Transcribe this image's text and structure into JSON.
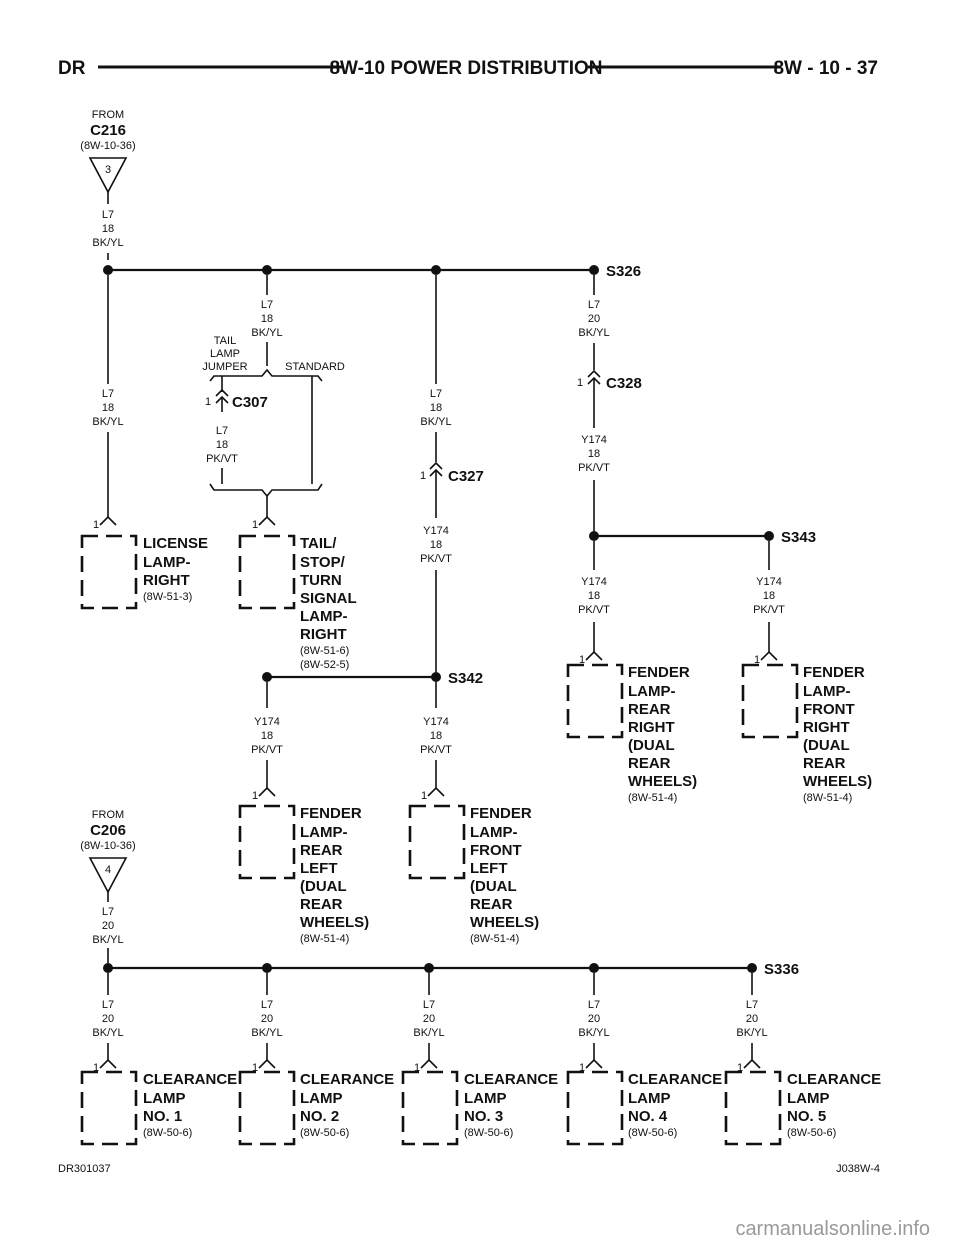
{
  "header": {
    "left": "DR",
    "title": "8W-10 POWER DISTRIBUTION",
    "page": "8W - 10 - 37"
  },
  "sources": [
    {
      "from": "FROM",
      "connector": "C216",
      "ref": "(8W-10-36)",
      "pin": "3"
    },
    {
      "from": "FROM",
      "connector": "C206",
      "ref": "(8W-10-36)",
      "pin": "4"
    }
  ],
  "splices": {
    "s326": "S326",
    "s343": "S343",
    "s342": "S342",
    "s336": "S336"
  },
  "connectors": {
    "c307": "C307",
    "c327": "C327",
    "c328": "C328"
  },
  "labels": {
    "tail_lamp": "TAIL",
    "lamp": "LAMP",
    "jumper": "JUMPER",
    "standard": "STANDARD",
    "pin_one": "1"
  },
  "wires": {
    "l7_18_bkyl": {
      "circuit": "L7",
      "gauge": "18",
      "color": "BK/YL"
    },
    "l7_20_bkyl": {
      "circuit": "L7",
      "gauge": "20",
      "color": "BK/YL"
    },
    "l7_18_pkvt": {
      "circuit": "L7",
      "gauge": "18",
      "color": "PK/VT"
    },
    "y174_18_pkvt": {
      "circuit": "Y174",
      "gauge": "18",
      "color": "PK/VT"
    }
  },
  "components": {
    "license": {
      "lines": [
        "LICENSE",
        "LAMP-",
        "RIGHT"
      ],
      "ref": "(8W-51-3)"
    },
    "tail": {
      "lines": [
        "TAIL/",
        "STOP/",
        "TURN",
        "SIGNAL",
        "LAMP-",
        "RIGHT"
      ],
      "ref": "(8W-51-6)",
      "ref2": "(8W-52-5)"
    },
    "fender_rr": {
      "lines": [
        "FENDER",
        "LAMP-",
        "REAR",
        "RIGHT",
        "(DUAL",
        "REAR",
        "WHEELS)"
      ],
      "ref": "(8W-51-4)"
    },
    "fender_fr": {
      "lines": [
        "FENDER",
        "LAMP-",
        "FRONT",
        "RIGHT",
        "(DUAL",
        "REAR",
        "WHEELS)"
      ],
      "ref": "(8W-51-4)"
    },
    "fender_rl": {
      "lines": [
        "FENDER",
        "LAMP-",
        "REAR",
        "LEFT",
        "(DUAL",
        "REAR",
        "WHEELS)"
      ],
      "ref": "(8W-51-4)"
    },
    "fender_fl": {
      "lines": [
        "FENDER",
        "LAMP-",
        "FRONT",
        "LEFT",
        "(DUAL",
        "REAR",
        "WHEELS)"
      ],
      "ref": "(8W-51-4)"
    },
    "clearance": [
      {
        "lines": [
          "CLEARANCE",
          "LAMP",
          "NO. 1"
        ],
        "ref": "(8W-50-6)"
      },
      {
        "lines": [
          "CLEARANCE",
          "LAMP",
          "NO. 2"
        ],
        "ref": "(8W-50-6)"
      },
      {
        "lines": [
          "CLEARANCE",
          "LAMP",
          "NO. 3"
        ],
        "ref": "(8W-50-6)"
      },
      {
        "lines": [
          "CLEARANCE",
          "LAMP",
          "NO. 4"
        ],
        "ref": "(8W-50-6)"
      },
      {
        "lines": [
          "CLEARANCE",
          "LAMP",
          "NO. 5"
        ],
        "ref": "(8W-50-6)"
      }
    ]
  },
  "footer": {
    "left": "DR301037",
    "right": "J038W-4"
  },
  "watermark": "carmanualsonline.info"
}
